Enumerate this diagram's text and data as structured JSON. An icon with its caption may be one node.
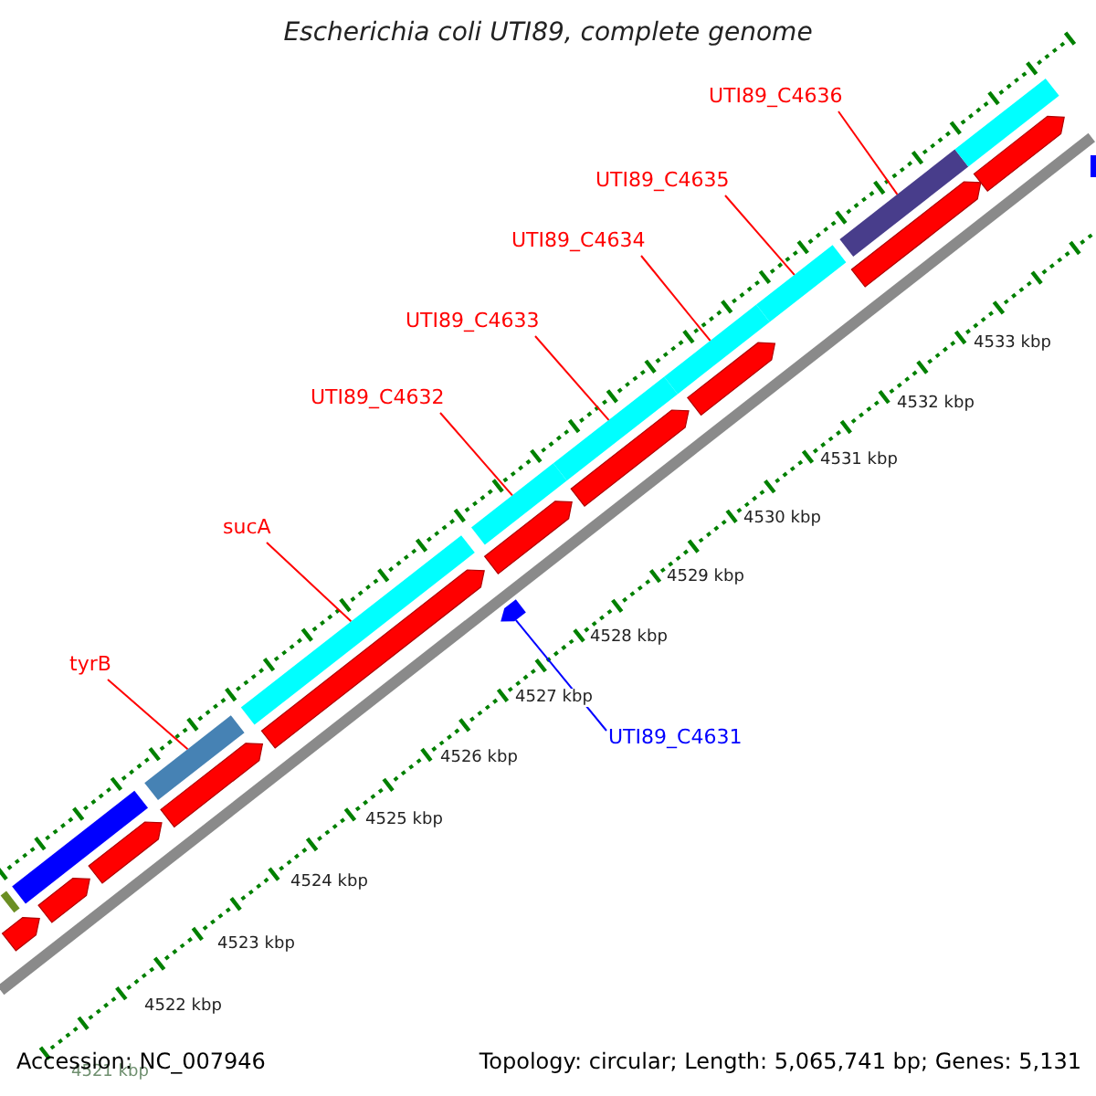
{
  "diagram": {
    "title": "Escherichia coli UTI89, complete genome",
    "nodes": [
      {
        "text": [
          "UTI89_C4636"
        ]
      },
      {
        "text": [
          "UTI89_C4635"
        ]
      },
      {
        "text": [
          "UTI89_C4634"
        ]
      },
      {
        "text": [
          "UTI89_C4633"
        ]
      },
      {
        "text": [
          "UTI89_C4632"
        ]
      },
      {
        "text": [
          "sucA"
        ]
      },
      {
        "text": [
          "tyrB"
        ]
      },
      {
        "text": [
          "UTI89_C4631"
        ]
      },
      {
        "text": [],
        "shape": "bar"
      },
      {
        "text": [],
        "shape": "bar"
      },
      {
        "text": [],
        "shape": "bar"
      },
      {
        "text": [],
        "shape": "bar"
      },
      {
        "text": [],
        "shape": "bar"
      },
      {
        "text": [],
        "shape": "bar"
      },
      {
        "text": [],
        "shape": "bar"
      },
      {
        "text": [],
        "shape": "arrow"
      },
      {
        "text": [],
        "shape": "bar"
      },
      {
        "text": [],
        "shape": "bar"
      },
      {
        "text": [],
        "shape": "bar"
      },
      {
        "text": [],
        "shape": "arrow"
      },
      {
        "text": [],
        "shape": "arrow"
      },
      {
        "text": [],
        "shape": "arrow"
      },
      {
        "text": [],
        "shape": "arrow"
      },
      {
        "text": [],
        "shape": "arrow"
      },
      {
        "text": [],
        "shape": "arrow"
      },
      {
        "text": [],
        "shape": "arrow"
      },
      {
        "text": [],
        "shape": "arrow"
      },
      {
        "text": [],
        "shape": "arrow"
      },
      {
        "text": [],
        "shape": "arrow"
      }
    ],
    "edges": [
      {
        "from": 0,
        "to": 8,
        "arrow": "none"
      },
      {
        "from": 1,
        "to": 9,
        "arrow": "none"
      },
      {
        "from": 2,
        "to": 10,
        "arrow": "none"
      },
      {
        "from": 3,
        "to": 11,
        "arrow": "none"
      },
      {
        "from": 4,
        "to": 12,
        "arrow": "none"
      },
      {
        "from": 5,
        "to": 13,
        "arrow": "none"
      },
      {
        "from": 6,
        "to": 14,
        "arrow": "none"
      },
      {
        "from": 7,
        "to": 15,
        "arrow": "none",
        "color": "#0000ff"
      }
    ],
    "labels": [
      "4533 kbp",
      "4532 kbp",
      "4531 kbp",
      "4530 kbp",
      "4529 kbp",
      "4528 kbp",
      "4527 kbp",
      "4526 kbp",
      "4525 kbp",
      "4524 kbp",
      "4523 kbp",
      "4522 kbp",
      "4521 kbp",
      "Accession: NC_007946",
      "Topology: circular; Length: 5,065,741 bp; Genes: 5,131"
    ]
  }
}
